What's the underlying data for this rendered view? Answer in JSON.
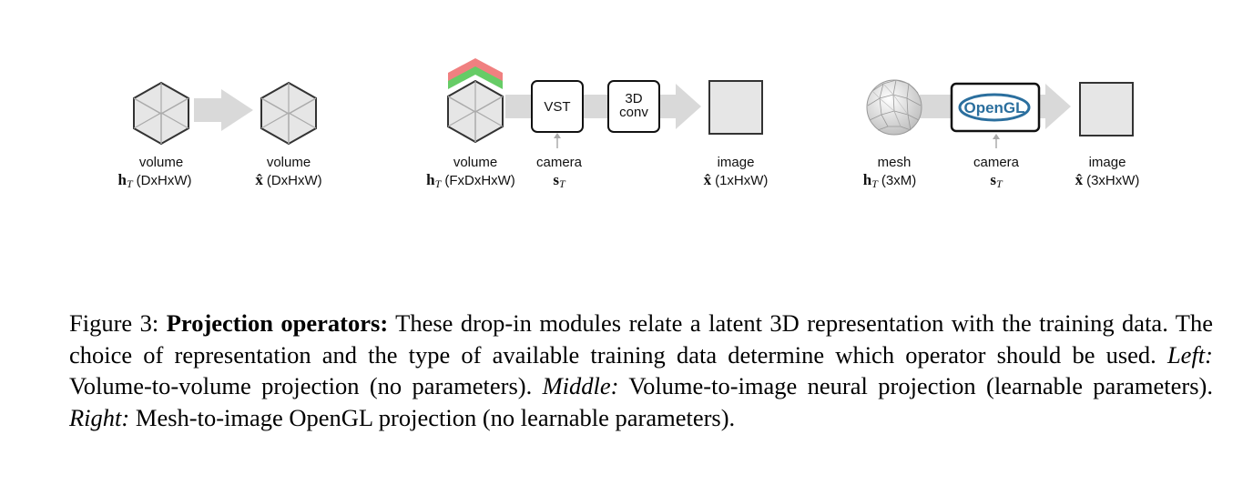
{
  "figure": {
    "left": {
      "input_label": "volume",
      "input_sym": "h",
      "input_sub": "T",
      "input_dims": "(DxHxW)",
      "output_label": "volume",
      "output_sym": "x̂",
      "output_dims": "(DxHxW)"
    },
    "middle": {
      "input_label": "volume",
      "input_sym": "h",
      "input_sub": "T",
      "input_dims": "(FxDxHxW)",
      "vst_label": "VST",
      "conv_label_1": "3D",
      "conv_label_2": "conv",
      "camera_label": "camera",
      "camera_sym": "s",
      "camera_sub": "T",
      "output_label": "image",
      "output_sym": "x̂",
      "output_dims": "(1xHxW)"
    },
    "right": {
      "input_label": "mesh",
      "input_sym": "h",
      "input_sub": "T",
      "input_dims": "(3xM)",
      "opengl_label": "OpenGL",
      "camera_label": "camera",
      "camera_sym": "s",
      "camera_sub": "T",
      "output_label": "image",
      "output_sym": "x̂",
      "output_dims": "(3xHxW)"
    },
    "colors": {
      "arrow": "#d9d9d9",
      "cube_fill": "#e6e6e6",
      "cube_edge": "#333333",
      "stack_red": "#f08080",
      "stack_green": "#66cc66",
      "opengl_blue": "#2b6f9e"
    }
  },
  "caption": {
    "prefix": "Figure 3: ",
    "bold": "Projection operators:",
    "text1": " These drop-in modules relate a latent 3D representation with the training data. The choice of representation and the type of available training data determine which operator should be used. ",
    "left_label": "Left:",
    "text2": " Volume-to-volume projection (no parameters). ",
    "middle_label": "Middle:",
    "text3": " Volume-to-image neural projection (learnable parameters). ",
    "right_label": "Right:",
    "text4": " Mesh-to-image OpenGL projection (no learnable parameters)."
  }
}
